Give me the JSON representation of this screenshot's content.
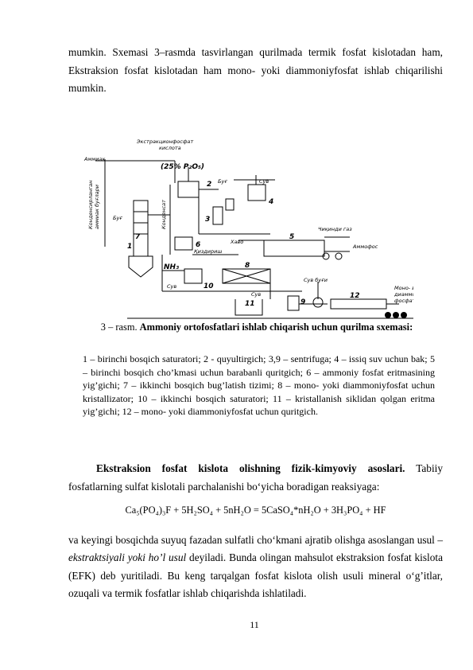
{
  "intro_paragraph": "mumkin. Sxemasi 3–rasmda tasvirlangan qurilmada termik fosfat kislotadan ham, Ekstraksion fosfat kislotadan ham mono- yoki diammoniyfosfat ishlab chiqarilishi mumkin.",
  "figure": {
    "labels": {
      "top_title_1": "Экстракционфосфат",
      "top_title_2": "кислота",
      "p2o5": "(25% P₂O₅)",
      "ammonia_left": "Аммиак",
      "left_vertical_1": "Конденсирланган",
      "left_vertical_2": "аммиак буғлари",
      "condensate": "Конденсат",
      "steam_left": "Буғ",
      "steam_top": "Буғ",
      "water_top": "Сув",
      "air": "Хаво",
      "exhaust_gas": "Чиқинди газ",
      "ammophos": "Аммофос",
      "heat": "Қиздириш",
      "nh3": "NH₃",
      "water_mid": "Сув",
      "water_low": "Сув",
      "water_steam": "Сув буғи",
      "mono_1": "Моно- ва",
      "mono_2": "диаммоний",
      "mono_3": "фосфат"
    },
    "numbers": [
      "1",
      "2",
      "3",
      "4",
      "5",
      "6",
      "7",
      "8",
      "9",
      "10",
      "11",
      "12"
    ]
  },
  "caption": {
    "prefix": "3 – rasm. ",
    "title": "Ammoniy ortofosfatlari ishlab chiqarish uchun qurilma sxemasi:"
  },
  "legend": "1 –  birinchi bosqich saturatori; 2 - quyultirgich; 3,9 – sentrifuga; 4 – issiq suv uchun bak; 5 – birinchi bosqich cho’kmasi uchun barabanli quritgich; 6 – ammoniy fosfat eritmasining yig’gichi; 7 – ikkinchi bosqich bug’latish tizimi; 8 – mono- yoki diammoniyfosfat uchun kristallizator; 10 – ikkinchi bosqich saturatori; 11 – kristallanish siklidan qolgan eritma yig’gichi; 12 – mono- yoki diammoniyfosfat uchun quritgich.",
  "section": {
    "heading": "Ekstraksion fosfat kislota olishning fizik-kimyoviy asoslari.",
    "text": " Tabiiy fosfatlarning sulfat kislotali parchalanishi bo‘yicha boradigan reaksiyaga:"
  },
  "formula": "Ca₅(PO₄)₃F + 5H₂SO₄ + 5nH₂O = 5CaSO₄*nH₂O + 3H₃PO₄ + HF",
  "paragraph3": {
    "before": "va keyingi bosqichda suyuq fazadan sulfatli cho‘kmani ajratib olishga asoslangan usul – ",
    "italic": "ekstraktsiyali yoki ho’l usul",
    "after": " deyiladi. Bunda olingan mahsulot ekstraksion fosfat kislota (EFK) deb yuritiladi. Bu keng tarqalgan fosfat kislota olish usuli mineral o‘g’itlar, ozuqali va termik fosfatlar ishlab chiqarishda ishlatiladi."
  },
  "page_number": "11"
}
